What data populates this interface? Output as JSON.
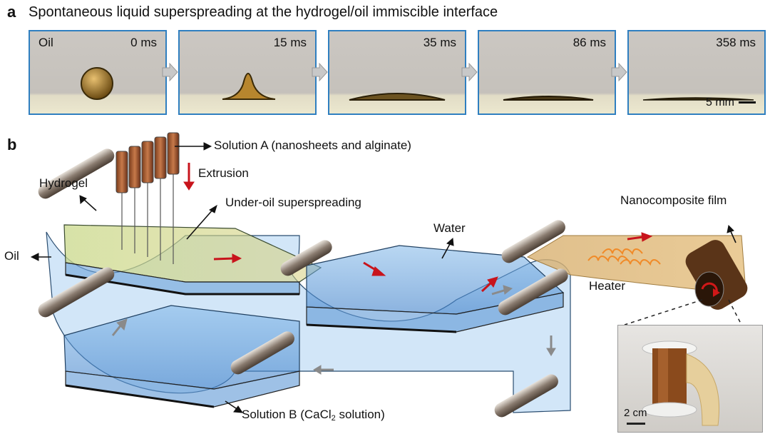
{
  "panel_a": {
    "letter": "a",
    "title": "Spontaneous liquid superspreading at the hydrogel/oil immiscible interface",
    "oil_label": "Oil",
    "frames": [
      "0 ms",
      "15 ms",
      "35 ms",
      "86 ms",
      "358 ms"
    ],
    "scale": "5 mm"
  },
  "panel_b": {
    "letter": "b",
    "labels": {
      "solution_a": "Solution A (nanosheets and alginate)",
      "extrusion": "Extrusion",
      "hydrogel": "Hydrogel",
      "under_oil": "Under-oil superspreading",
      "oil": "Oil",
      "water": "Water",
      "nanocomposite": "Nanocomposite film",
      "heater": "Heater",
      "solution_b_prefix": "Solution B (CaCl",
      "solution_b_sub": "2",
      "solution_b_suffix": " solution)"
    },
    "photo_scale": "2 cm"
  }
}
